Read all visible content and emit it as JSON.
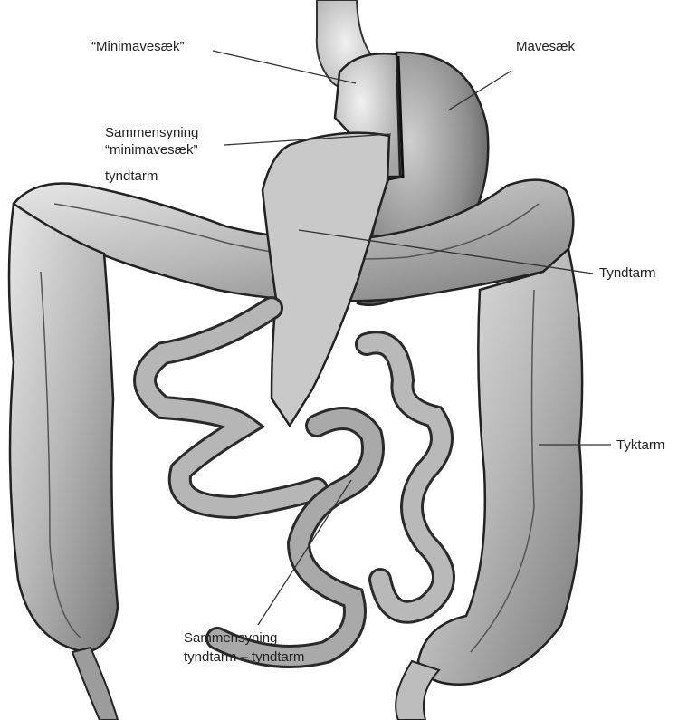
{
  "labels": {
    "minimavesaek": "“Minimavesæk”",
    "mavesaek": "Mavesæk",
    "sammensyning_top_line1": "Sammensyning",
    "sammensyning_top_line2": "“minimavesæk”",
    "sammensyning_top_line3": "tyndtarm",
    "tyndtarm": "Tyndtarm",
    "tyktarm": "Tyktarm",
    "sammensyning_bottom_line1": "Sammensyning",
    "sammensyning_bottom_line2": "tyndtarm – tyndtarm"
  }
}
